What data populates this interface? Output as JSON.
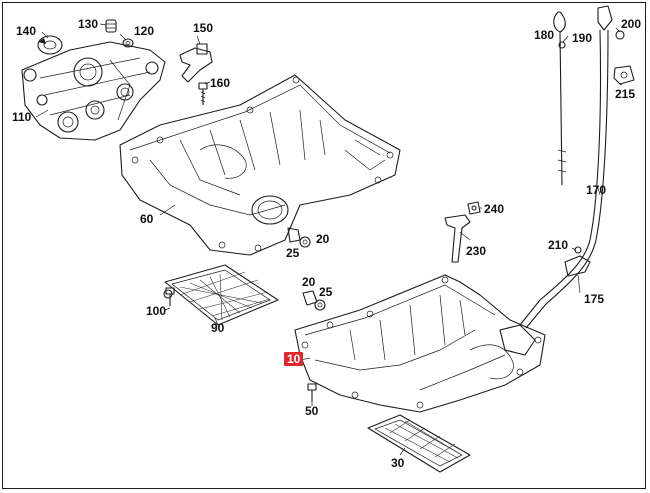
{
  "callouts": {
    "p10": "10",
    "p20a": "20",
    "p20b": "20",
    "p25a": "25",
    "p25b": "25",
    "p30": "30",
    "p50": "50",
    "p60": "60",
    "p90": "90",
    "p100": "100",
    "p110": "110",
    "p120": "120",
    "p130": "130",
    "p140": "140",
    "p150": "150",
    "p160": "160",
    "p170": "170",
    "p175": "175",
    "p180": "180",
    "p190": "190",
    "p200": "200",
    "p210": "210",
    "p215": "215",
    "p230": "230",
    "p240": "240"
  },
  "highlight_color": "#e0262f"
}
